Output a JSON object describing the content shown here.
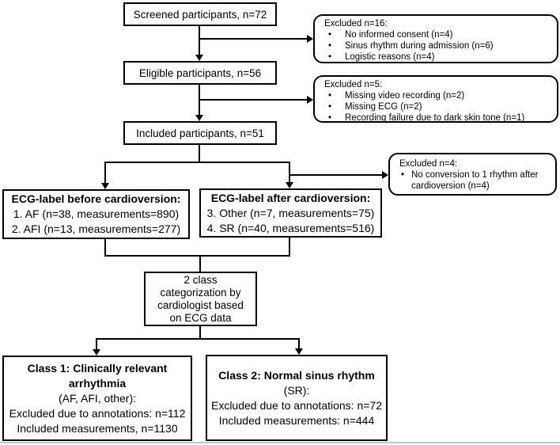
{
  "ui": {
    "bullet": "•",
    "colors": {
      "line": "#000000",
      "background": "#ffffff",
      "box_border": "#000000",
      "footer_rule": "#c4c4c4"
    }
  },
  "flow": {
    "screened": {
      "label": "Screened participants, n=72"
    },
    "excluded_screening": {
      "title": "Excluded n=16:",
      "items": [
        "No informed consent (n=4)",
        "Sinus rhythm during admission (n=6)",
        "Logistic reasons (n=4)"
      ]
    },
    "eligible": {
      "label": "Eligible participants, n=56"
    },
    "excluded_eligibility": {
      "title": "Excluded n=5:",
      "items": [
        "Missing video recording (n=2)",
        "Missing ECG (n=2)",
        "Recording failure due to dark skin tone (n=1)"
      ]
    },
    "included": {
      "label": "Included participants, n=51"
    },
    "excluded_conversion": {
      "title": "Excluded n=4:",
      "items": [
        "No conversion to 1 rhythm after cardioversion (n=4)"
      ]
    },
    "ecg_before": {
      "title": "ECG-label before cardioversion:",
      "lines": [
        "1. AF (n=38, measurements=890)",
        "2. AFI (n=13, measurements=277)"
      ]
    },
    "ecg_after": {
      "title": "ECG-label after cardioversion:",
      "lines": [
        "3. Other (n=7, measurements=75)",
        "4. SR (n=40, measurements=516)"
      ]
    },
    "categorization": {
      "lines": [
        "2 class",
        "categorization by",
        "cardiologist based",
        "on ECG data"
      ]
    },
    "class1": {
      "title": "Class 1: Clinically relevant arrhythmia",
      "lines": [
        "(AF, AFI, other):",
        "Excluded due to annotations: n=112",
        "Included measurements, n=1130"
      ]
    },
    "class2": {
      "title": "Class 2: Normal sinus rhythm",
      "lines": [
        "(SR):",
        "Excluded due to annotations: n=72",
        "Included measurements: n=444"
      ]
    }
  }
}
